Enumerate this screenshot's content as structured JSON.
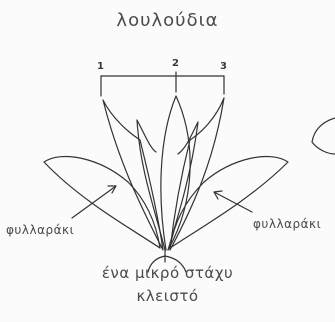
{
  "title": "λουλούδια",
  "numbers": [
    "1",
    "2",
    "3"
  ],
  "labels": {
    "left": "φυλλαράκι",
    "right": "φυλλαράκι"
  },
  "caption": {
    "line1": "ένα μικρό στάχυ",
    "line2": "κλειστό"
  }
}
